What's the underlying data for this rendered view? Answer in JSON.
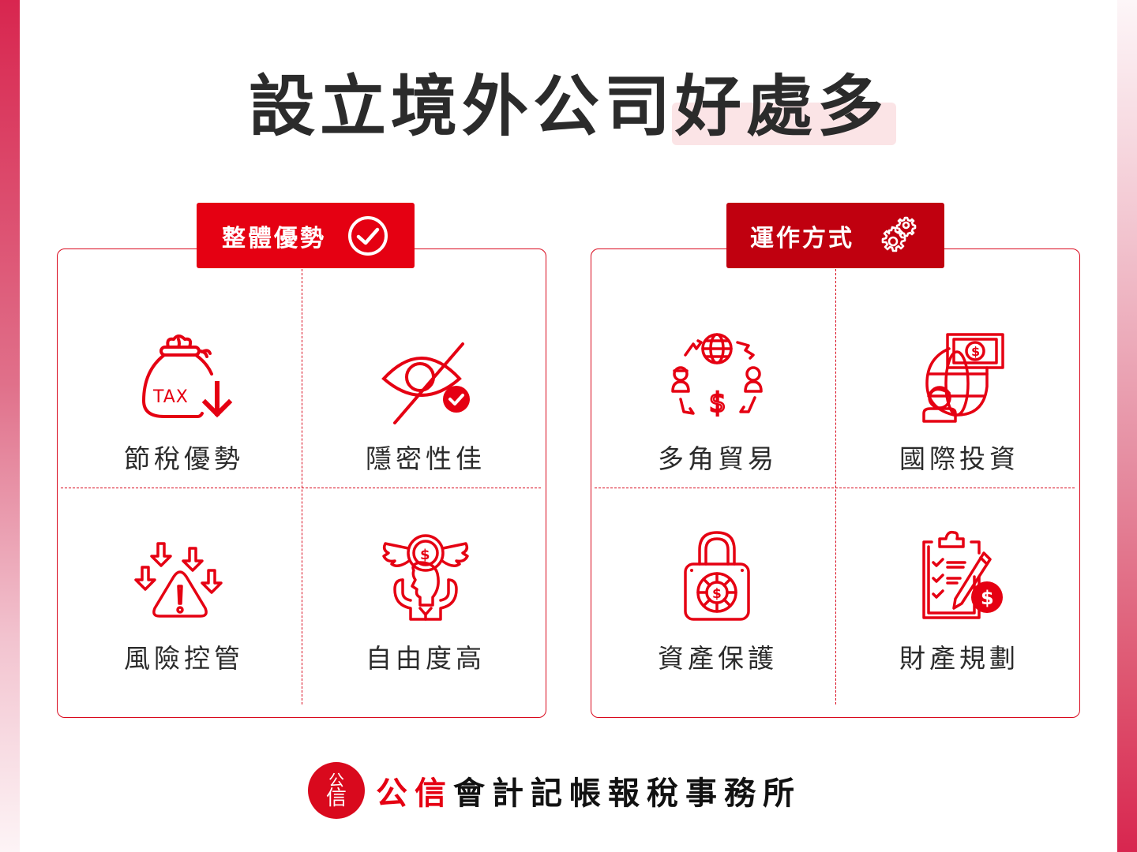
{
  "title": {
    "main": "設立境外公司",
    "highlight": "好處多"
  },
  "colors": {
    "accent": "#e50012",
    "accent_dark": "#c0000f",
    "text": "#2b2b2b",
    "highlight_bg": "#fbe4e6"
  },
  "panels": [
    {
      "badge": {
        "label": "整體優勢",
        "icon": "check-circle-icon"
      },
      "items": [
        {
          "label": "節稅優勢",
          "icon": "tax-bag-down-icon"
        },
        {
          "label": "隱密性佳",
          "icon": "eye-slash-check-icon"
        },
        {
          "label": "風險控管",
          "icon": "warning-arrows-icon"
        },
        {
          "label": "自由度高",
          "icon": "winged-money-person-icon"
        }
      ]
    },
    {
      "badge": {
        "label": "運作方式",
        "icon": "gears-icon"
      },
      "items": [
        {
          "label": "多角貿易",
          "icon": "global-trade-cycle-icon"
        },
        {
          "label": "國際投資",
          "icon": "globe-banknote-person-icon"
        },
        {
          "label": "資產保護",
          "icon": "money-lock-icon"
        },
        {
          "label": "財產規劃",
          "icon": "clipboard-pen-dollar-icon"
        }
      ]
    }
  ],
  "footer": {
    "seal_top": "公",
    "seal_bottom": "信",
    "brand_red": "公信",
    "brand_rest": "會計記帳報稅事務所"
  }
}
